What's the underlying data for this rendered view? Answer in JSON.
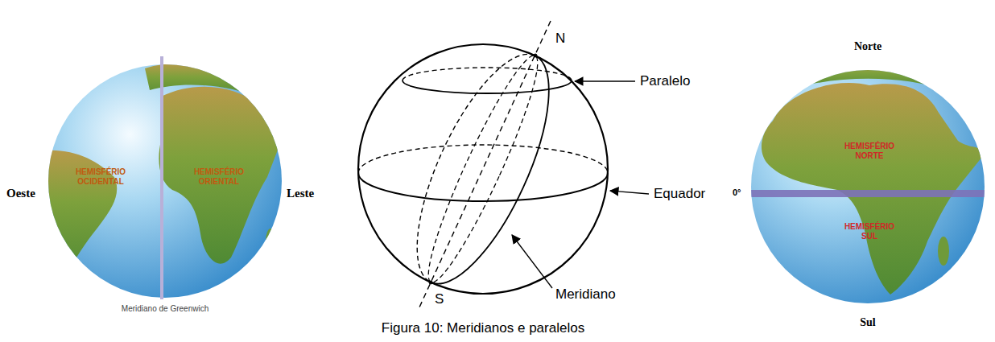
{
  "diagram": {
    "caption": "Figura 10: Meridianos e paralelos",
    "labels": [
      "Oeste",
      "HEMISFÉRIO OCIDENTAL",
      "HEMISFÉRIO ORIENTAL",
      "Leste",
      "Meridiano de Greenwich",
      "N",
      "Paralelo",
      "Equador",
      "Meridiano",
      "S",
      "Norte",
      "HEMISFÉRIO NORTE",
      "0°",
      "HEMISFÉRIO SUL",
      "Sul"
    ]
  }
}
